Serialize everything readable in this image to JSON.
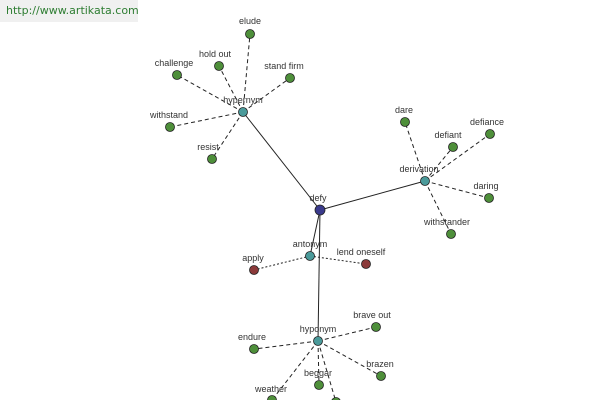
{
  "banner": {
    "url_text": "http://www.artikata.com"
  },
  "colors": {
    "center": "#3a3a8c",
    "relation": "#4a9a9a",
    "word": "#4e8f3a",
    "antonym_word": "#8b3a3a",
    "node_stroke": "#222222"
  },
  "graph": {
    "center": {
      "id": "defy",
      "label": "defy"
    },
    "relations": [
      {
        "id": "hypernym",
        "label": "hypernym"
      },
      {
        "id": "derivation",
        "label": "derivation"
      },
      {
        "id": "antonym",
        "label": "antonym"
      },
      {
        "id": "hyponym",
        "label": "hyponym"
      }
    ],
    "words": [
      {
        "id": "elude",
        "label": "elude",
        "relation": "hypernym",
        "kind": "word"
      },
      {
        "id": "hold-out",
        "label": "hold out",
        "relation": "hypernym",
        "kind": "word"
      },
      {
        "id": "challenge",
        "label": "challenge",
        "relation": "hypernym",
        "kind": "word"
      },
      {
        "id": "stand-firm",
        "label": "stand firm",
        "relation": "hypernym",
        "kind": "word"
      },
      {
        "id": "withstand",
        "label": "withstand",
        "relation": "hypernym",
        "kind": "word"
      },
      {
        "id": "resist",
        "label": "resist",
        "relation": "hypernym",
        "kind": "word"
      },
      {
        "id": "dare",
        "label": "dare",
        "relation": "derivation",
        "kind": "word"
      },
      {
        "id": "defiant",
        "label": "defiant",
        "relation": "derivation",
        "kind": "word"
      },
      {
        "id": "defiance",
        "label": "defiance",
        "relation": "derivation",
        "kind": "word"
      },
      {
        "id": "daring",
        "label": "daring",
        "relation": "derivation",
        "kind": "word"
      },
      {
        "id": "withstander",
        "label": "withstander",
        "relation": "derivation",
        "kind": "word"
      },
      {
        "id": "apply",
        "label": "apply",
        "relation": "antonym",
        "kind": "antonym"
      },
      {
        "id": "lend-oneself",
        "label": "lend oneself",
        "relation": "antonym",
        "kind": "antonym"
      },
      {
        "id": "brave-out",
        "label": "brave out",
        "relation": "hyponym",
        "kind": "word"
      },
      {
        "id": "endure",
        "label": "endure",
        "relation": "hyponym",
        "kind": "word"
      },
      {
        "id": "brazen",
        "label": "brazen",
        "relation": "hyponym",
        "kind": "word"
      },
      {
        "id": "beggar",
        "label": "beggar",
        "relation": "hyponym",
        "kind": "word"
      },
      {
        "id": "weather",
        "label": "weather",
        "relation": "hyponym",
        "kind": "word"
      },
      {
        "id": "hyponym-extra",
        "label": "",
        "relation": "hyponym",
        "kind": "word"
      }
    ]
  }
}
